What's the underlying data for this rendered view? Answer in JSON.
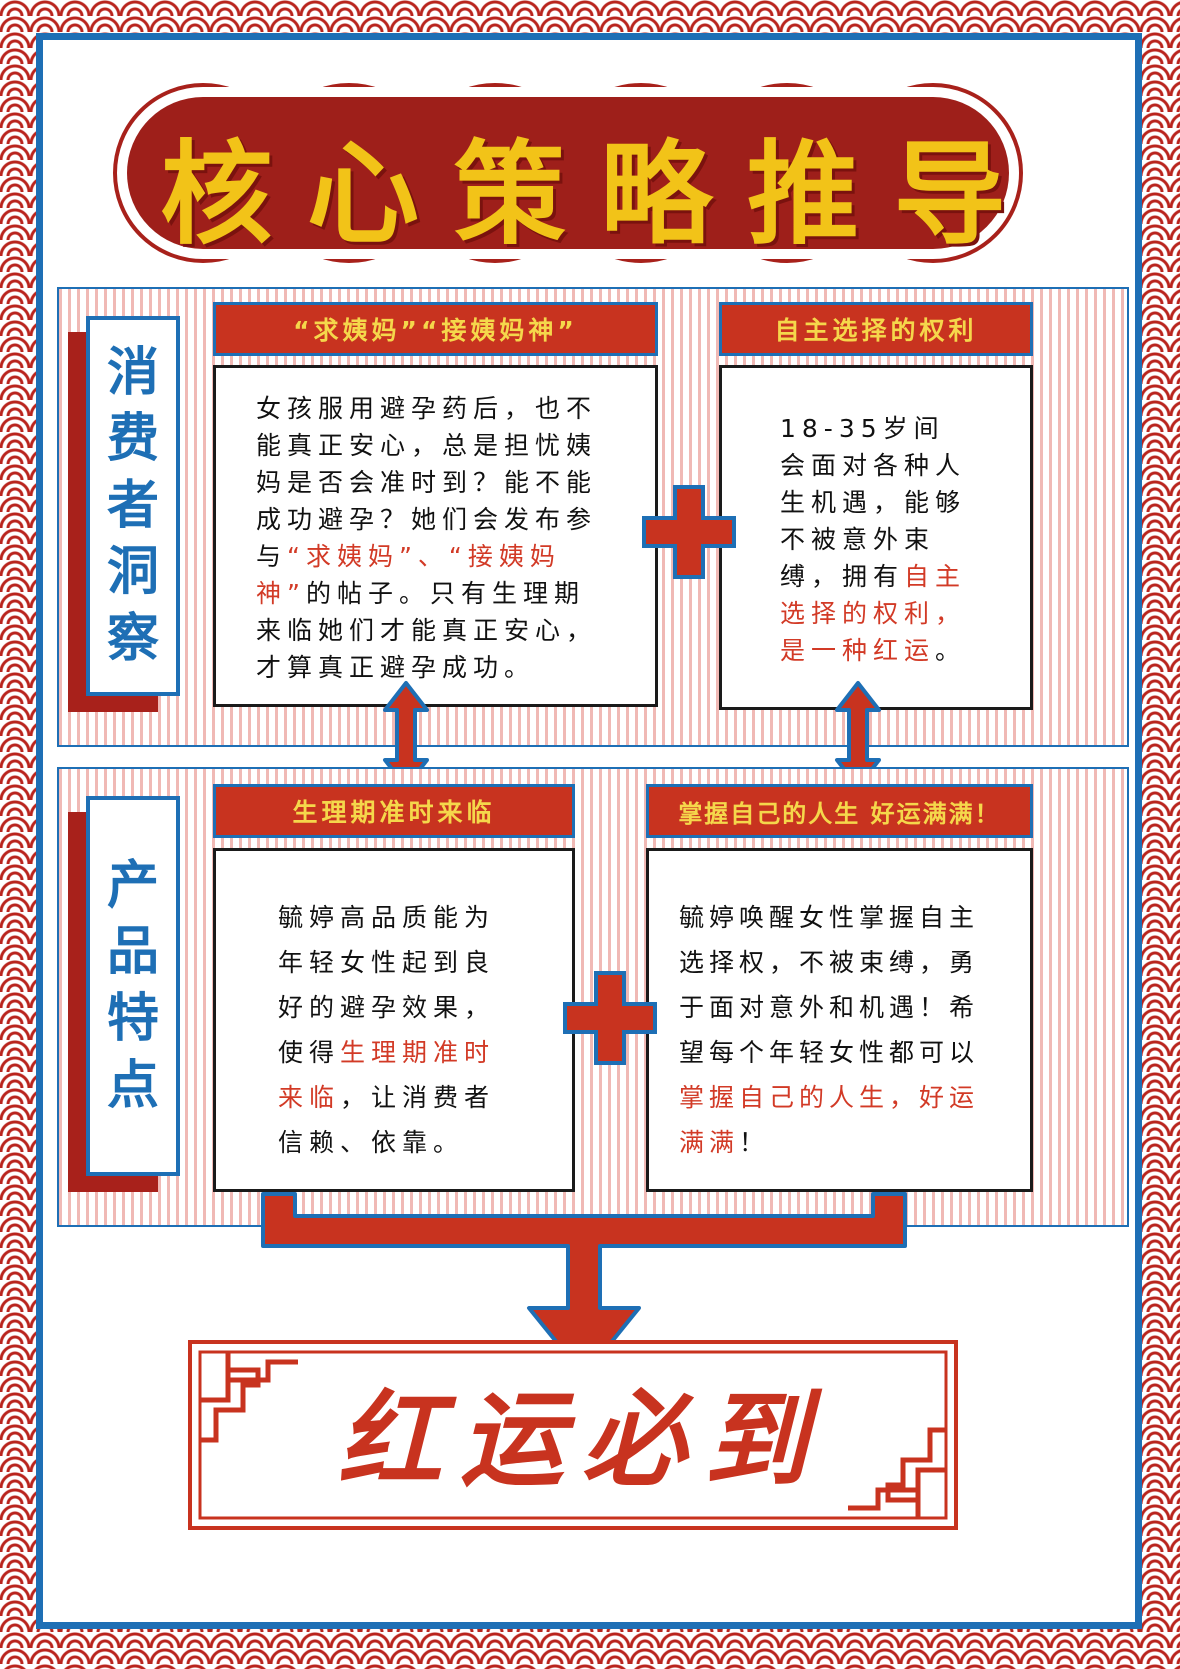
{
  "title": {
    "chars": [
      "核",
      "心",
      "策",
      "略",
      "推",
      "导"
    ]
  },
  "sections": [
    {
      "label": [
        "消",
        "费",
        "者",
        "洞",
        "察"
      ]
    },
    {
      "label": [
        "产",
        "品",
        "特",
        "点"
      ]
    }
  ],
  "cards": {
    "consumer_left": {
      "heading": "“求姨妈”“接姨妈神”",
      "text_1": "女孩服用避孕药后，也不能真正安心，总是担忧姨妈是否会准时到？能不能成功避孕？她们会发布参与",
      "text_hl": "“求姨妈”、“接姨妈神”",
      "text_2": "的帖子。只有生理期来临她们才能真正安心，才算真正避孕成功。"
    },
    "consumer_right": {
      "heading": "自主选择的权利",
      "text_1": "18-35岁间会面对各种人生机遇，能够不被意外束缚，拥有",
      "text_hl": "自主选择的权利，是一种红运",
      "text_2": "。"
    },
    "product_left": {
      "heading": "生理期准时来临",
      "text_1": "毓婷高品质能为年轻女性起到良好的避孕效果，使得",
      "text_hl": "生理期准时来临",
      "text_2": "，让消费者信赖、依靠。"
    },
    "product_right": {
      "heading": "掌握自己的人生 好运满满！",
      "text_1": "毓婷唤醒女性掌握自主选择权，不被束缚，勇于面对意外和机遇！希望每个年轻女性都可以",
      "text_hl": "掌握自己的人生，好运满满",
      "text_2": "！"
    }
  },
  "banner": {
    "chars": [
      "红",
      "运",
      "必",
      "到"
    ]
  },
  "colors": {
    "red": "#c8331f",
    "blue": "#1e6fb5",
    "yellow": "#f2c318"
  }
}
